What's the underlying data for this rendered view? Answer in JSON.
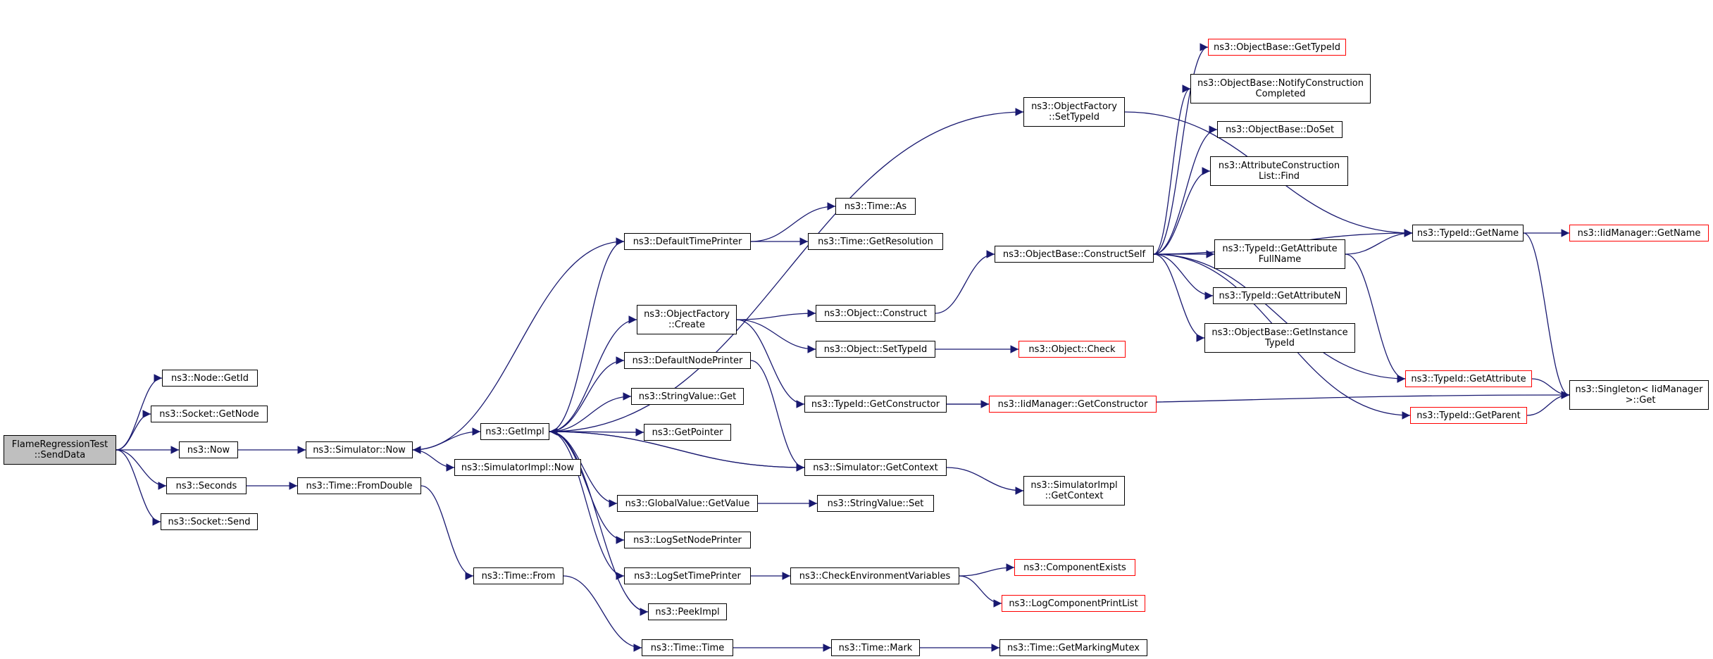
{
  "colors": {
    "edge": "#191970",
    "node_border": "#000000",
    "truncated_border": "#ff0000",
    "root_fill": "#bfbfbf",
    "background": "#ffffff"
  },
  "nodes": [
    {
      "id": "root",
      "label": "FlameRegressionTest\n::SendData",
      "style": "root"
    },
    {
      "id": "nodeGetId",
      "label": "ns3::Node::GetId",
      "style": "normal"
    },
    {
      "id": "socketGetNode",
      "label": "ns3::Socket::GetNode",
      "style": "normal"
    },
    {
      "id": "now",
      "label": "ns3::Now",
      "style": "normal"
    },
    {
      "id": "seconds",
      "label": "ns3::Seconds",
      "style": "normal"
    },
    {
      "id": "socketSend",
      "label": "ns3::Socket::Send",
      "style": "normal"
    },
    {
      "id": "simNow",
      "label": "ns3::Simulator::Now",
      "style": "normal"
    },
    {
      "id": "timeFromDouble",
      "label": "ns3::Time::FromDouble",
      "style": "normal"
    },
    {
      "id": "getImpl",
      "label": "ns3::GetImpl",
      "style": "normal"
    },
    {
      "id": "simImplNow",
      "label": "ns3::SimulatorImpl::Now",
      "style": "normal"
    },
    {
      "id": "timeFrom",
      "label": "ns3::Time::From",
      "style": "normal"
    },
    {
      "id": "defTimePrinter",
      "label": "ns3::DefaultTimePrinter",
      "style": "normal"
    },
    {
      "id": "objFactCreate",
      "label": "ns3::ObjectFactory\n::Create",
      "style": "normal"
    },
    {
      "id": "defNodePrinter",
      "label": "ns3::DefaultNodePrinter",
      "style": "normal"
    },
    {
      "id": "stringValueGet",
      "label": "ns3::StringValue::Get",
      "style": "normal"
    },
    {
      "id": "getPointer",
      "label": "ns3::GetPointer",
      "style": "normal"
    },
    {
      "id": "globalValueGetValue",
      "label": "ns3::GlobalValue::GetValue",
      "style": "normal"
    },
    {
      "id": "logSetNodePrinter",
      "label": "ns3::LogSetNodePrinter",
      "style": "normal"
    },
    {
      "id": "logSetTimePrinter",
      "label": "ns3::LogSetTimePrinter",
      "style": "normal"
    },
    {
      "id": "peekImpl",
      "label": "ns3::PeekImpl",
      "style": "normal"
    },
    {
      "id": "timeTime",
      "label": "ns3::Time::Time",
      "style": "normal"
    },
    {
      "id": "timeAs",
      "label": "ns3::Time::As",
      "style": "normal"
    },
    {
      "id": "timeGetResolution",
      "label": "ns3::Time::GetResolution",
      "style": "normal"
    },
    {
      "id": "objConstruct",
      "label": "ns3::Object::Construct",
      "style": "normal"
    },
    {
      "id": "objSetTypeId",
      "label": "ns3::Object::SetTypeId",
      "style": "normal"
    },
    {
      "id": "typeIdGetConstructor",
      "label": "ns3::TypeId::GetConstructor",
      "style": "normal"
    },
    {
      "id": "simGetContext",
      "label": "ns3::Simulator::GetContext",
      "style": "normal"
    },
    {
      "id": "stringValueSet",
      "label": "ns3::StringValue::Set",
      "style": "normal"
    },
    {
      "id": "checkEnvVars",
      "label": "ns3::CheckEnvironmentVariables",
      "style": "normal"
    },
    {
      "id": "timeMark",
      "label": "ns3::Time::Mark",
      "style": "normal"
    },
    {
      "id": "objFactSetTypeId",
      "label": "ns3::ObjectFactory\n::SetTypeId",
      "style": "normal"
    },
    {
      "id": "objBaseConstructSelf",
      "label": "ns3::ObjectBase::ConstructSelf",
      "style": "normal"
    },
    {
      "id": "objectCheck",
      "label": "ns3::Object::Check",
      "style": "truncated"
    },
    {
      "id": "iidGetConstructor",
      "label": "ns3::IidManager::GetConstructor",
      "style": "truncated"
    },
    {
      "id": "simImplGetContext",
      "label": "ns3::SimulatorImpl\n::GetContext",
      "style": "normal"
    },
    {
      "id": "componentExists",
      "label": "ns3::ComponentExists",
      "style": "truncated"
    },
    {
      "id": "logComponentPrintList",
      "label": "ns3::LogComponentPrintList",
      "style": "truncated"
    },
    {
      "id": "timeGetMarkingMutex",
      "label": "ns3::Time::GetMarkingMutex",
      "style": "normal"
    },
    {
      "id": "objBaseGetTypeId",
      "label": "ns3::ObjectBase::GetTypeId",
      "style": "truncated"
    },
    {
      "id": "objBaseNotify",
      "label": "ns3::ObjectBase::NotifyConstruction\nCompleted",
      "style": "normal"
    },
    {
      "id": "objBaseDoSet",
      "label": "ns3::ObjectBase::DoSet",
      "style": "normal"
    },
    {
      "id": "attrConstrListFind",
      "label": "ns3::AttributeConstruction\nList::Find",
      "style": "normal"
    },
    {
      "id": "typeIdGetAttrFullName",
      "label": "ns3::TypeId::GetAttribute\nFullName",
      "style": "normal"
    },
    {
      "id": "typeIdGetAttrN",
      "label": "ns3::TypeId::GetAttributeN",
      "style": "normal"
    },
    {
      "id": "objBaseGetInstanceTypeId",
      "label": "ns3::ObjectBase::GetInstance\nTypeId",
      "style": "normal"
    },
    {
      "id": "typeIdGetName",
      "label": "ns3::TypeId::GetName",
      "style": "normal"
    },
    {
      "id": "typeIdGetAttribute",
      "label": "ns3::TypeId::GetAttribute",
      "style": "truncated"
    },
    {
      "id": "typeIdGetParent",
      "label": "ns3::TypeId::GetParent",
      "style": "truncated"
    },
    {
      "id": "iidGetName",
      "label": "ns3::IidManager::GetName",
      "style": "truncated"
    },
    {
      "id": "singletonGet",
      "label": "ns3::Singleton< IidManager\n >::Get",
      "style": "normal"
    }
  ],
  "edges": [
    [
      "root",
      "nodeGetId"
    ],
    [
      "root",
      "socketGetNode"
    ],
    [
      "root",
      "now"
    ],
    [
      "root",
      "seconds"
    ],
    [
      "root",
      "socketSend"
    ],
    [
      "now",
      "simNow"
    ],
    [
      "seconds",
      "timeFromDouble"
    ],
    [
      "simNow",
      "getImpl"
    ],
    [
      "simNow",
      "simImplNow"
    ],
    [
      "timeFromDouble",
      "timeFrom"
    ],
    [
      "timeFrom",
      "timeTime"
    ],
    [
      "getImpl",
      "defTimePrinter"
    ],
    [
      "getImpl",
      "objFactCreate"
    ],
    [
      "getImpl",
      "defNodePrinter"
    ],
    [
      "getImpl",
      "stringValueGet"
    ],
    [
      "getImpl",
      "getPointer"
    ],
    [
      "getImpl",
      "globalValueGetValue"
    ],
    [
      "getImpl",
      "logSetNodePrinter"
    ],
    [
      "getImpl",
      "logSetTimePrinter"
    ],
    [
      "getImpl",
      "peekImpl"
    ],
    [
      "getImpl",
      "objFactSetTypeId"
    ],
    [
      "getImpl",
      "simGetContext"
    ],
    [
      "defTimePrinter",
      "simNow"
    ],
    [
      "defTimePrinter",
      "timeAs"
    ],
    [
      "defTimePrinter",
      "timeGetResolution"
    ],
    [
      "objFactCreate",
      "objConstruct"
    ],
    [
      "objFactCreate",
      "objSetTypeId"
    ],
    [
      "objFactCreate",
      "typeIdGetConstructor"
    ],
    [
      "defNodePrinter",
      "simGetContext"
    ],
    [
      "globalValueGetValue",
      "stringValueSet"
    ],
    [
      "logSetTimePrinter",
      "checkEnvVars"
    ],
    [
      "timeTime",
      "timeMark"
    ],
    [
      "objConstruct",
      "objBaseConstructSelf"
    ],
    [
      "objSetTypeId",
      "objectCheck"
    ],
    [
      "typeIdGetConstructor",
      "iidGetConstructor"
    ],
    [
      "typeIdGetConstructor",
      "singletonGet"
    ],
    [
      "simGetContext",
      "getImpl"
    ],
    [
      "simGetContext",
      "simImplGetContext"
    ],
    [
      "checkEnvVars",
      "componentExists"
    ],
    [
      "checkEnvVars",
      "logComponentPrintList"
    ],
    [
      "timeMark",
      "timeGetMarkingMutex"
    ],
    [
      "objFactSetTypeId",
      "typeIdGetName"
    ],
    [
      "objBaseConstructSelf",
      "objBaseGetTypeId"
    ],
    [
      "objBaseConstructSelf",
      "objBaseNotify"
    ],
    [
      "objBaseConstructSelf",
      "objBaseDoSet"
    ],
    [
      "objBaseConstructSelf",
      "attrConstrListFind"
    ],
    [
      "objBaseConstructSelf",
      "typeIdGetAttrFullName"
    ],
    [
      "objBaseConstructSelf",
      "typeIdGetAttrN"
    ],
    [
      "objBaseConstructSelf",
      "objBaseGetInstanceTypeId"
    ],
    [
      "objBaseConstructSelf",
      "typeIdGetName"
    ],
    [
      "objBaseConstructSelf",
      "typeIdGetAttribute"
    ],
    [
      "objBaseConstructSelf",
      "typeIdGetParent"
    ],
    [
      "typeIdGetAttrFullName",
      "typeIdGetName"
    ],
    [
      "typeIdGetAttrFullName",
      "typeIdGetAttribute"
    ],
    [
      "typeIdGetName",
      "iidGetName"
    ],
    [
      "typeIdGetName",
      "singletonGet"
    ],
    [
      "typeIdGetAttribute",
      "singletonGet"
    ],
    [
      "typeIdGetParent",
      "singletonGet"
    ]
  ]
}
